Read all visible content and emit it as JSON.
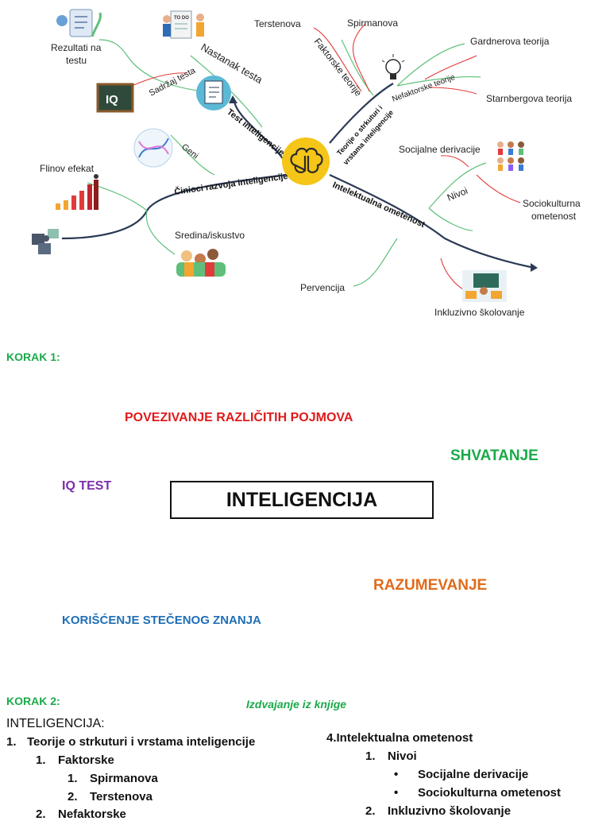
{
  "mindmap": {
    "center_label": "Teorije o strkuturi i vrstama inteligencije",
    "center_label_line1": "Teorije o strkuturi i",
    "center_label_line2": "vrstama inteligencije",
    "branches": {
      "test": "Test inteligencije",
      "test_origin": "Nastanak testa",
      "test_content": "Sadržaj testa",
      "factors": "Činioci razvoja inteligencije",
      "genes": "Geni",
      "disability": "Intelektualna ometenost",
      "levels": "Nivoi",
      "factor_theories": "Faktorske teorije",
      "nonfactor_theories": "Nefaktorske teorije"
    },
    "leaves": {
      "results": "Rezultati na testu",
      "results_line1": "Rezultati na",
      "results_line2": "testu",
      "iq_badge": "IQ",
      "flynn": "Flinov efekat",
      "environment": "Sredina/iskustvo",
      "terstenova": "Terstenova",
      "spirmanova": "Spirmanova",
      "gardner": "Gardnerova teorija",
      "sternberg": "Starnbergova teorija",
      "social_deprivation": "Socijalne derivacije",
      "sociocultural": "Sociokulturna ometenost",
      "sociocultural_line1": "Sociokulturna",
      "sociocultural_line2": "ometenost",
      "prevention": "Pervencija",
      "inclusive": "Inkluzivno školovanje",
      "todo": "TO DO"
    },
    "colors": {
      "green": "#5fbf7a",
      "red": "#e23b3b",
      "dark_blue": "#2b3a55",
      "center_yellow": "#f5c518"
    }
  },
  "step1": {
    "label": "KORAK 1:",
    "connecting": "POVEZIVANJE RAZLIČITIH POJMOVA",
    "understanding_1": "SHVATANJE",
    "iq_test": "IQ TEST",
    "central_box": "INTELIGENCIJA",
    "understanding_2": "RAZUMEVANJE",
    "using_knowledge": "KORIŠĆENJE STEČENOG ZNANJA",
    "colors": {
      "step_label": "#1aaa4a",
      "connecting": "#e01a1a",
      "understanding_1": "#1aaa4a",
      "iq_test": "#7b2fa8",
      "understanding_2": "#e06b1a",
      "using_knowledge": "#1f6fb5"
    }
  },
  "step2": {
    "label": "KORAK 2:",
    "subtitle": "Izdvajanje iz knjige",
    "outline_title": "INTELIGENCIJA:",
    "item1_num": "1.",
    "item1": "Teorije o strkuturi i vrstama inteligencije",
    "item1_1_num": "1.",
    "item1_1": "Faktorske",
    "item1_1_1_num": "1.",
    "item1_1_1": "Spirmanova",
    "item1_1_2_num": "2.",
    "item1_1_2": "Terstenova",
    "item1_2_num": "2.",
    "item1_2": "Nefaktorske",
    "item4": "4.Intelektualna ometenost",
    "item4_1_num": "1.",
    "item4_1": "Nivoi",
    "item4_1_a": "Socijalne derivacije",
    "item4_1_b": "Sociokulturna ometenost",
    "item4_2_num": "2.",
    "item4_2": "Inkluzivno školovanje"
  }
}
